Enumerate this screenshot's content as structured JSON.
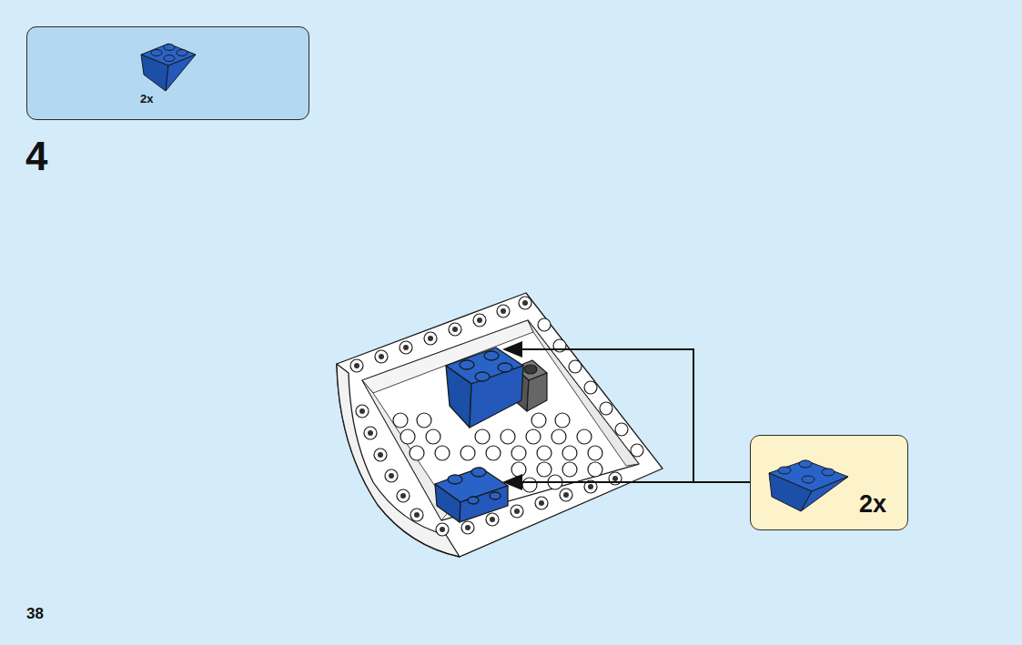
{
  "diagram": {
    "nodes": [
      {
        "text": [
          "2x"
        ]
      },
      {
        "text": [
          "2x"
        ]
      }
    ],
    "labels": [
      "4",
      "38"
    ]
  }
}
